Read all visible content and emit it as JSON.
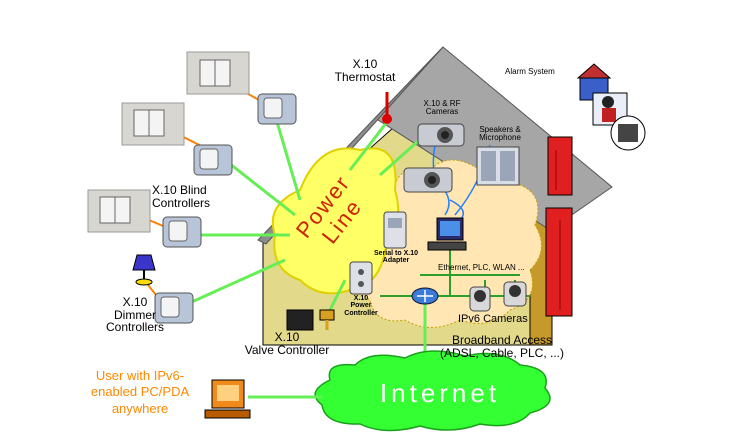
{
  "labels": {
    "thermostat_line1": "X.10",
    "thermostat_line2": "Thermostat",
    "rf_cameras_line1": "X.10 & RF",
    "rf_cameras_line2": "Cameras",
    "speakers_line1": "Speakers &",
    "speakers_line2": "Microphone",
    "alarm_system": "Alarm System",
    "blind_line1": "X.10  Blind",
    "blind_line2": "Controllers",
    "dimmer_line1": "X.10",
    "dimmer_line2": "Dimmer",
    "dimmer_line3": "Controllers",
    "valve_line1": "X.10",
    "valve_line2": "Valve Controller",
    "serial_line1": "Serial to X.10",
    "serial_line2": "Adapter",
    "power_ctrl_line1": "X.10",
    "power_ctrl_line2": "Power",
    "power_ctrl_line3": "Controller",
    "lan_bus": "Ethernet, PLC, WLAN ...",
    "ipv6_cameras": "IPv6 Cameras",
    "broadband_line1": "Broadband Access",
    "broadband_line2": "(ADSL, Cable, PLC, ...)",
    "user_line1": "User with IPv6-",
    "user_line2": "enabled PC/PDA",
    "user_line3": "anywhere",
    "power_line_word1": "Power",
    "power_line_word2": "Line",
    "internet": "Internet"
  },
  "colors": {
    "roof": "#a6a6a6",
    "wall": "#e2d98a",
    "house_side": "#c69a2a",
    "chimney": "#e02020",
    "power_line_blob": "#ffff66",
    "cloud": "#ffe6b3",
    "link_green": "#66ee55",
    "link_orange": "#ff7f00",
    "internet_cloud": "#33ff33",
    "user_text": "#ff8800"
  }
}
